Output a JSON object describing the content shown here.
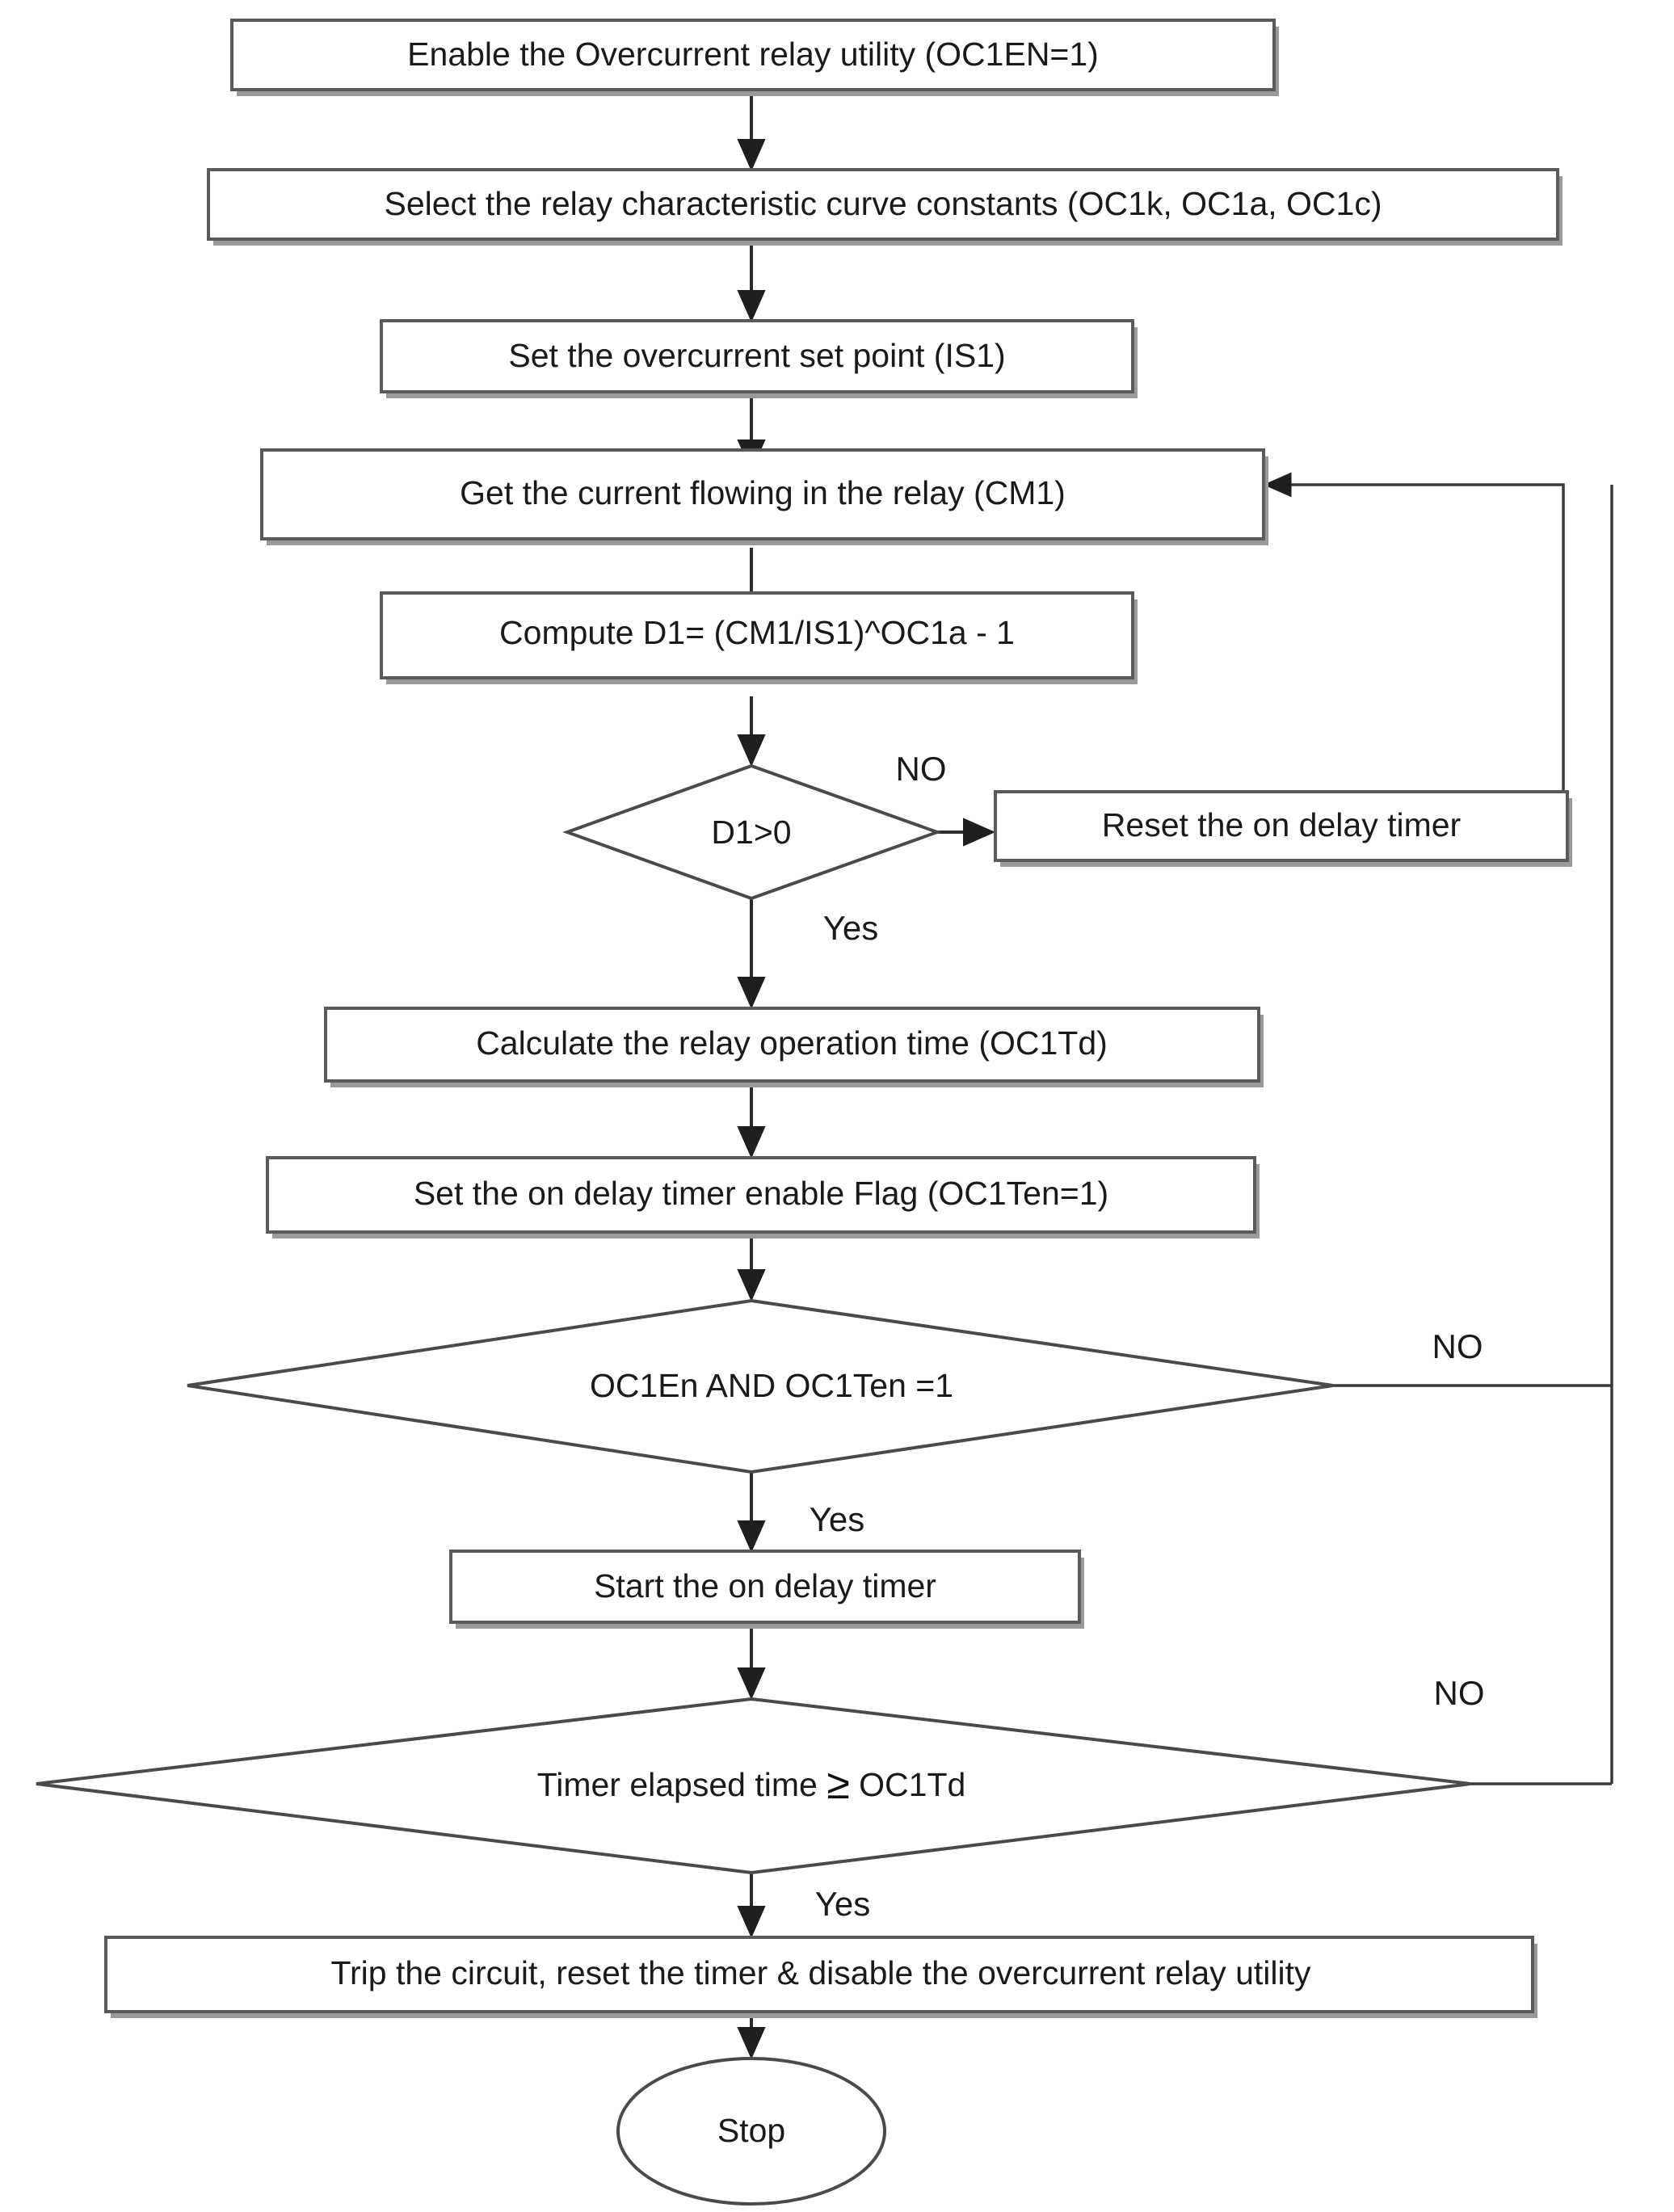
{
  "diagram": {
    "title": "Overcurrent relay utility flowchart",
    "type": "flowchart",
    "background_color": "#ffffff",
    "line_color": "#2b2b2b",
    "box_fill": "#ffffff",
    "box_stroke": "#5a5a5a"
  },
  "nodes": {
    "enable_relay": {
      "shape": "process",
      "label": "Enable the Overcurrent relay utility (OC1EN=1)"
    },
    "select_constants": {
      "shape": "process",
      "label": "Select the relay characteristic curve constants (OC1k, OC1a, OC1c)"
    },
    "set_setpoint": {
      "shape": "process",
      "label": "Set the overcurrent set point (IS1)"
    },
    "get_current": {
      "shape": "process",
      "label": "Get the current flowing in the relay (CM1)"
    },
    "compute_d1": {
      "shape": "process",
      "label": "Compute D1= (CM1/IS1)^OC1a - 1"
    },
    "decide_d1": {
      "shape": "decision",
      "label": "D1>0"
    },
    "reset_timer": {
      "shape": "process",
      "label": "Reset the on delay timer"
    },
    "calc_operation_time": {
      "shape": "process",
      "label": "Calculate the relay operation time (OC1Td)"
    },
    "set_timer_flag": {
      "shape": "process",
      "label": "Set the on delay timer enable Flag (OC1Ten=1)"
    },
    "decide_enable_and": {
      "shape": "decision",
      "label": "OC1En AND OC1Ten =1"
    },
    "start_timer": {
      "shape": "process",
      "label": "Start the on delay timer"
    },
    "decide_elapsed": {
      "shape": "decision",
      "label_prefix": "Timer elapsed time ",
      "label_symbol": "≥",
      "label_suffix": " OC1Td"
    },
    "trip_circuit": {
      "shape": "process",
      "label": "Trip the circuit, reset the timer & disable the overcurrent  relay utility"
    },
    "stop": {
      "shape": "terminator",
      "label": "Stop"
    }
  },
  "edge_labels": {
    "d1_no": "NO",
    "d1_yes": "Yes",
    "enable_and_no": "NO",
    "enable_and_yes": "Yes",
    "elapsed_no": "NO",
    "elapsed_yes": "Yes"
  }
}
